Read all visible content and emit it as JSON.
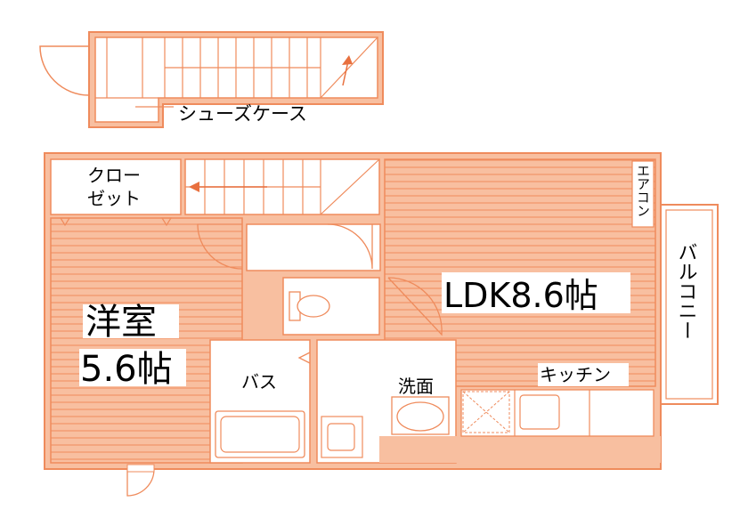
{
  "colors": {
    "wall": "#ef8b5c",
    "wall_fill": "#f8bfa0",
    "line": "#e8703f",
    "bg": "#ffffff",
    "text": "#000000"
  },
  "labels": {
    "shoe_case": "シューズケース",
    "closet_line1": "クロー",
    "closet_line2": "ゼット",
    "western_room_line1": "洋室",
    "western_room_line2": "5.6帖",
    "ldk": "LDK8.6帖",
    "aircon": "エアコン",
    "balcony": "バルコニー",
    "bath": "バス",
    "washroom": "洗面",
    "kitchen": "キッチン"
  }
}
